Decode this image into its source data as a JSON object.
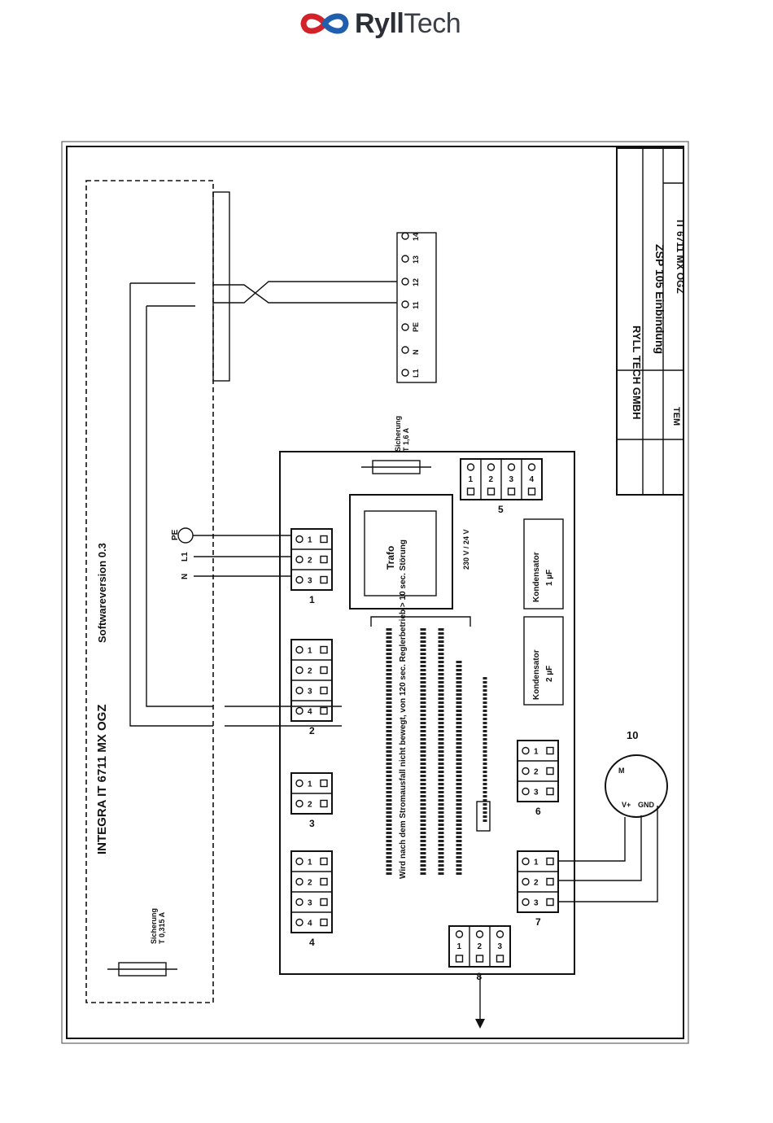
{
  "brand": {
    "name_bold": "Ryll",
    "name_regular": "Tech",
    "colors": {
      "red": "#d2232a",
      "blue": "#1f5fae",
      "text": "#2b2f36"
    }
  },
  "diagram": {
    "unit_title": "INTEGRA IT 6711 MX OGZ",
    "software_version": "Softwareversion 0.3",
    "title_block": {
      "company": "RYLL TECH GMBH",
      "drawing": "ZSP 105 Einbindung",
      "device": "IT 6711 MX OGZ",
      "drawn_by": "TEM"
    },
    "capacitors": [
      {
        "name": "Kondensator",
        "value": "1 µF"
      },
      {
        "name": "Kondensator",
        "value": "2 µF"
      }
    ],
    "fuses": [
      {
        "name": "Sicherung",
        "rating": "T 0,315 A"
      },
      {
        "name": "Sicherung",
        "rating": "T 1,6 A"
      }
    ],
    "transformer": {
      "label": "Trafo",
      "spec": "230 V / 24 V"
    },
    "terminal_blocks": [
      {
        "id": "1",
        "pins": [
          "1",
          "2",
          "3"
        ]
      },
      {
        "id": "2",
        "pins": [
          "1",
          "2",
          "3",
          "4"
        ]
      },
      {
        "id": "3",
        "pins": [
          "1",
          "2"
        ]
      },
      {
        "id": "4",
        "pins": [
          "1",
          "2",
          "3",
          "4"
        ]
      },
      {
        "id": "5",
        "pins": [
          "1",
          "2",
          "3",
          "4"
        ]
      },
      {
        "id": "6",
        "pins": [
          "1",
          "2",
          "3"
        ]
      },
      {
        "id": "7",
        "pins": [
          "1",
          "2",
          "3"
        ]
      },
      {
        "id": "8",
        "pins": [
          "1",
          "2",
          "3"
        ]
      }
    ],
    "external_terminals": [
      "L1",
      "N",
      "PE",
      "11",
      "12",
      "13",
      "14"
    ],
    "mains_labels": [
      "N",
      "L1",
      "PE"
    ],
    "motor": {
      "number": "10",
      "pins": [
        "M",
        "GND",
        "V+"
      ]
    },
    "notes": {
      "warning": "Wird nach dem Stromausfall nicht bewegt, von 120 sec. Reglerbetrieb > 10 sec. Störung"
    }
  }
}
